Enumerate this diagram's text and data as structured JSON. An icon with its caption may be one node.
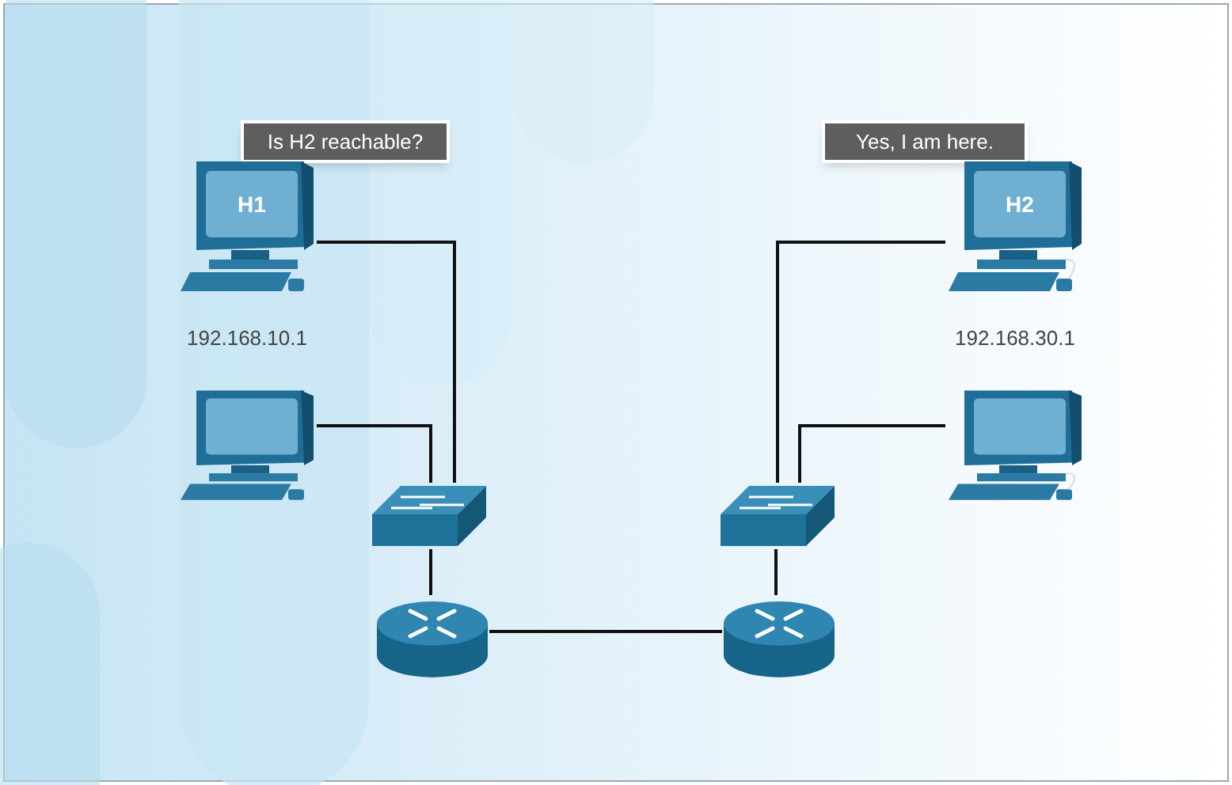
{
  "diagram": {
    "nodes": [
      {
        "text": [
          "Is H2 reachable?"
        ]
      },
      {
        "text": [
          "Yes, I am here."
        ]
      },
      {
        "text": [
          "H1"
        ],
        "beside": [
          "192.168.10.1"
        ]
      },
      {
        "text": [
          "H2"
        ],
        "beside": [
          "192.168.30.1"
        ]
      },
      {
        "text": [],
        "shape": "picture"
      },
      {
        "text": [],
        "shape": "picture"
      },
      {
        "text": [],
        "shape": "picture"
      },
      {
        "text": [],
        "shape": "picture"
      },
      {
        "text": [],
        "shape": "cylinder"
      },
      {
        "text": [],
        "shape": "cylinder"
      }
    ],
    "edges": [
      {
        "from": 2,
        "to": 6,
        "arrow": "none"
      },
      {
        "from": 4,
        "to": 6,
        "arrow": "none"
      },
      {
        "from": 6,
        "to": 8,
        "arrow": "none"
      },
      {
        "from": 8,
        "to": 9,
        "arrow": "none"
      },
      {
        "from": 9,
        "to": 7,
        "arrow": "none"
      },
      {
        "from": 7,
        "to": 5,
        "arrow": "none"
      },
      {
        "from": 7,
        "to": 3,
        "arrow": "none"
      }
    ]
  }
}
